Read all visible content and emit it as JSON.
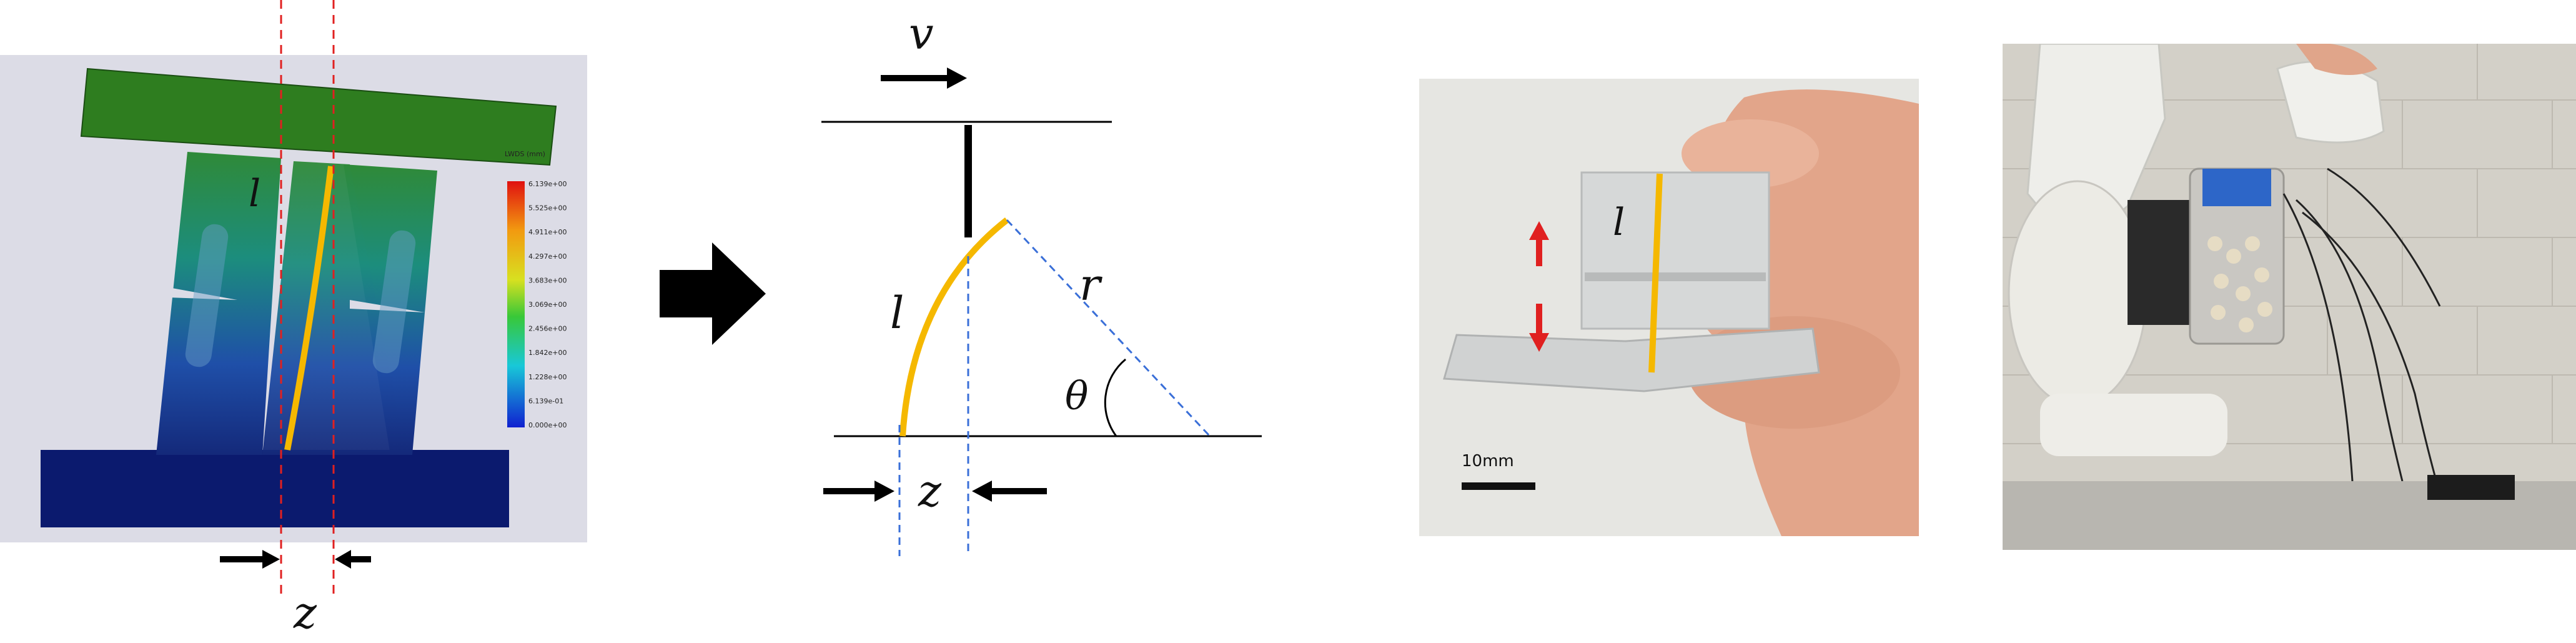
{
  "fea": {
    "legend_title": "LWDS (mm)",
    "legend_values": [
      "6.139e+00",
      "5.525e+00",
      "4.911e+00",
      "4.297e+00",
      "3.683e+00",
      "3.069e+00",
      "2.456e+00",
      "1.842e+00",
      "1.228e+00",
      "6.139e-01",
      "0.000e+00"
    ],
    "label_l": "l",
    "label_z": "z"
  },
  "arrow_between": "right-arrow",
  "mechanics": {
    "label_v": "v",
    "label_l": "l",
    "label_r": "r",
    "label_theta": "θ",
    "label_z": "z"
  },
  "sensor_photo": {
    "label_l": "l",
    "scale_label": "10mm"
  },
  "colors": {
    "sensor_strip": "#f5b800",
    "red_guides": "#e02020",
    "blue_guides": "#3a6fd8",
    "top_plate": "#2e7d1f",
    "base_block": "#0b1a6e"
  }
}
